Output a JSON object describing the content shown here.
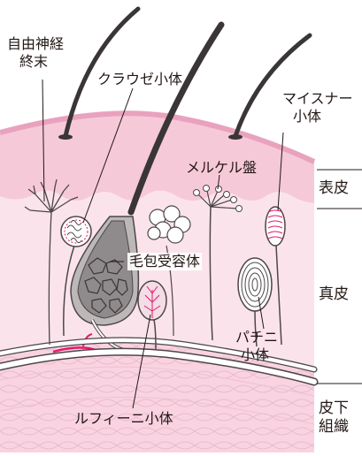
{
  "labels": {
    "free_nerve_endings": [
      "自由神経",
      "終末"
    ],
    "krause": "クラウゼ小体",
    "meissner": [
      "マイスナー",
      "小体"
    ],
    "merkel": "メルケル盤",
    "hair_follicle_receptor": "毛包受容体",
    "pacini": [
      "パチニ",
      "小体"
    ],
    "ruffini": "ルフィーニ小体"
  },
  "layers": {
    "epidermis": "表皮",
    "dermis": "真皮",
    "subcutis": [
      "皮下",
      "組織"
    ]
  },
  "colors": {
    "epidermis_fill": "#f6c9d8",
    "epidermis_top": "#e9a2bd",
    "dermis_fill": "#fbe3ec",
    "subcutis_fill": "#f9d3e1",
    "hair": "#3a3536",
    "nerve_fill": "#ffffff",
    "nerve_stroke": "#4d4748",
    "capillary": "#e5196a"
  }
}
